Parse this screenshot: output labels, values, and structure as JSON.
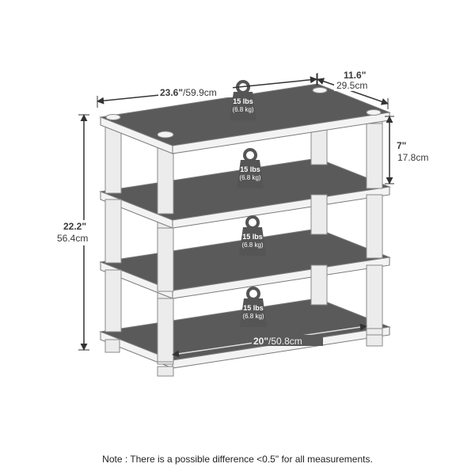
{
  "dimensions": {
    "width": {
      "inches": "23.6\"",
      "cm": "/59.9cm"
    },
    "depth": {
      "inches": "11.6\"",
      "cm": "29.5cm"
    },
    "height": {
      "inches": "22.2\"",
      "cm": "56.4cm"
    },
    "shelf_gap": {
      "inches": "7\"",
      "cm": "17.8cm"
    },
    "inner_width": {
      "inches": "20\"",
      "cm": "/50.8cm"
    }
  },
  "weights": [
    {
      "lbs": "15 lbs",
      "kg": "(6.8 kg)"
    },
    {
      "lbs": "15 lbs",
      "kg": "(6.8 kg)"
    },
    {
      "lbs": "15 lbs",
      "kg": "(6.8 kg)"
    },
    {
      "lbs": "15 lbs",
      "kg": "(6.8 kg)"
    }
  ],
  "colors": {
    "shelf_top": "#5a5a5a",
    "shelf_edge": "#f3f3f3",
    "outline": "#7a7a7a",
    "post": "#ececec",
    "weight": "#555555",
    "dim_line": "#333333"
  },
  "note": "Note : There is a possible difference <0.5\" for all measurements."
}
